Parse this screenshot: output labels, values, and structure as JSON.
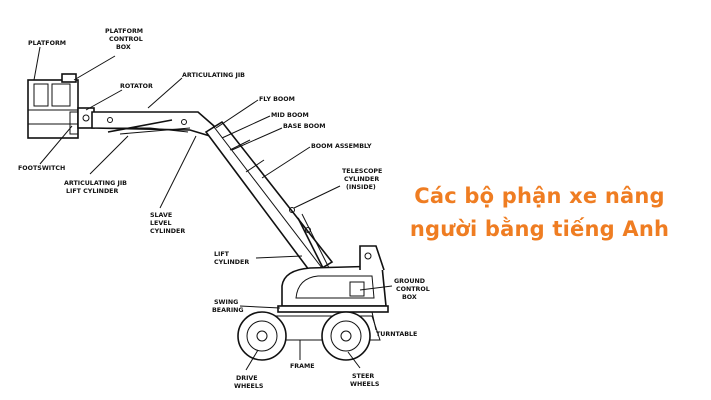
{
  "title": {
    "line1": "Các bộ phận xe nâng",
    "line2": "người bằng tiếng Anh",
    "color": "#ef7d22"
  },
  "labels": {
    "platform": "PLATFORM",
    "platform_control_box": [
      "PLATFORM",
      "CONTROL",
      "BOX"
    ],
    "rotator": "ROTATOR",
    "articulating_jib": "ARTICULATING JIB",
    "fly_boom": "FLY BOOM",
    "mid_boom": "MID BOOM",
    "base_boom": "BASE BOOM",
    "boom_assembly": "BOOM ASSEMBLY",
    "telescope_cylinder": [
      "TELESCOPE",
      "CYLINDER",
      "(INSIDE)"
    ],
    "footswitch": "FOOTSWITCH",
    "articulating_jib_lift_cylinder": [
      "ARTICULATING JIB",
      "LIFT CYLINDER"
    ],
    "slave_level_cylinder": [
      "SLAVE",
      "LEVEL",
      "CYLINDER"
    ],
    "lift_cylinder": [
      "LIFT",
      "CYLINDER"
    ],
    "ground_control_box": [
      "GROUND",
      "CONTROL",
      "BOX"
    ],
    "swing_bearing": [
      "SWING",
      "BEARING"
    ],
    "turntable": "TURNTABLE",
    "drive_wheels": [
      "DRIVE",
      "WHEELS"
    ],
    "frame": "FRAME",
    "steer_wheels": [
      "STEER",
      "WHEELS"
    ]
  }
}
